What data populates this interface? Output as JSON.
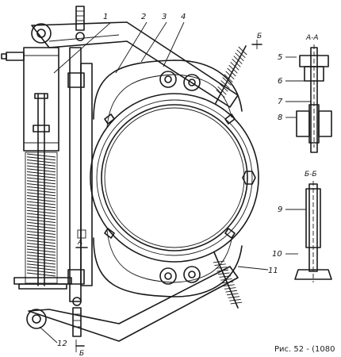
{
  "callouts": {
    "n1": "1",
    "n2": "2",
    "n3": "3",
    "n4": "4",
    "n5": "5",
    "n6": "6",
    "n7": "7",
    "n8": "8",
    "n9": "9",
    "n10": "10",
    "n11": "11",
    "n12": "12"
  },
  "section_labels": {
    "aa_title": "А-А",
    "bb_title": "Б-Б",
    "cut_b_top": "Б",
    "cut_a_mid": "А",
    "cut_b_bottom": "Б"
  },
  "caption": "Рис. 52 - (1080"
}
